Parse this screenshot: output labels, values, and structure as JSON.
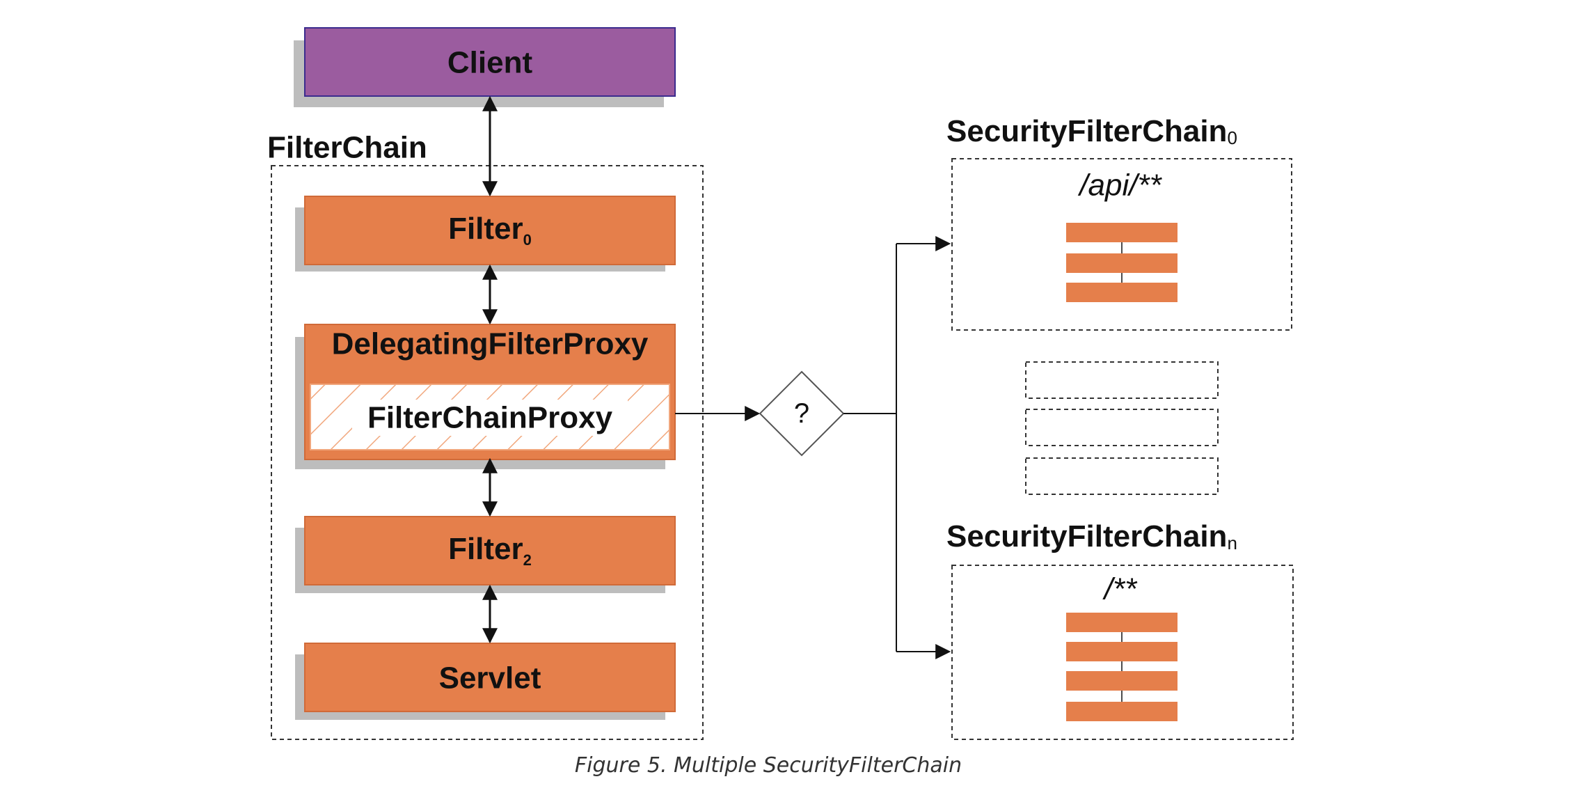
{
  "client": {
    "label": "Client"
  },
  "filter_chain": {
    "title": "FilterChain",
    "filter0": {
      "label": "Filter",
      "sub": "0"
    },
    "delegating": {
      "label": "DelegatingFilterProxy"
    },
    "filter_chain_proxy": {
      "label": "FilterChainProxy"
    },
    "filter2": {
      "label": "Filter",
      "sub": "2"
    },
    "servlet": {
      "label": "Servlet"
    }
  },
  "decision": {
    "label": "?"
  },
  "sfc0": {
    "title": "SecurityFilterChain",
    "sub": "0",
    "pattern": "/api/**"
  },
  "sfcn": {
    "title": "SecurityFilterChain",
    "sub": "n",
    "pattern": "/**"
  },
  "caption": "Figure 5. Multiple SecurityFilterChain",
  "colors": {
    "client_fill": "#9b5c9f",
    "client_border": "#3b2b8e",
    "filter_fill": "#e57f4b",
    "shadow": "#bdbdbd",
    "hatch": "#f1a77d"
  }
}
